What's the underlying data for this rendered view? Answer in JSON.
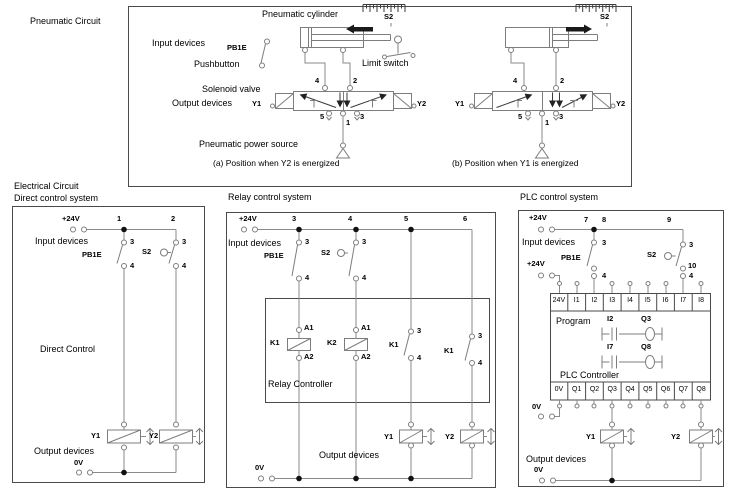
{
  "colors": {
    "wire": "#8a8a8a",
    "outline": "#4a4a4a",
    "text": "#000000",
    "junction": "#111111",
    "arrow_fill": "#1a1a1a"
  },
  "pneumatic": {
    "section_label": "Pneumatic Circuit",
    "box": {
      "cylinder_label": "Pneumatic cylinder",
      "input_devices_label": "Input devices",
      "pb1_label": "PB1E",
      "pushbutton_label": "Pushbutton",
      "limit_switch_label": "Limit switch",
      "solenoid_valve_label": "Solenoid valve",
      "output_devices_label": "Output devices",
      "power_source_label": "Pneumatic power source",
      "caption_a": "(a) Position when Y2 is energized",
      "caption_b": "(b) Position when Y1 is energized",
      "s2_a": "S2",
      "s2_b": "S2",
      "valve_a": {
        "y1": "Y1",
        "y2": "Y2",
        "p4": "4",
        "p2": "2",
        "p5": "5",
        "p1": "1",
        "p3": "3"
      },
      "valve_b": {
        "y1": "Y1",
        "y2": "Y2",
        "p4": "4",
        "p2": "2",
        "p5": "5",
        "p1": "1",
        "p3": "3"
      }
    }
  },
  "electrical": {
    "section_label": "Electrical Circuit",
    "direct": {
      "title": "Direct control system",
      "v24": "+24V",
      "v0": "0V",
      "input_devices_label": "Input devices",
      "output_devices_label": "Output devices",
      "node1": "1",
      "node2": "2",
      "pb1_label": "PB1E",
      "s2_label": "S2",
      "pb1_top": "3",
      "pb1_bottom": "4",
      "s2_top": "3",
      "s2_bottom": "4",
      "body_label": "Direct Control",
      "y1": "Y1",
      "y2": "Y2"
    },
    "relay": {
      "title": "Relay control system",
      "v24": "+24V",
      "v0": "0V",
      "input_devices_label": "Input devices",
      "output_devices_label": "Output devices",
      "node3": "3",
      "node4": "4",
      "node5": "5",
      "node6": "6",
      "pb1_label": "PB1E",
      "s2_label": "S2",
      "pb1_top": "3",
      "pb1_bottom": "4",
      "s2_top": "3",
      "s2_bottom": "4",
      "k1_coil": "K1",
      "k2_coil": "K2",
      "k1_contact1": "K1",
      "k1_contact2": "K1",
      "k1_a1": "A1",
      "k1_a2": "A2",
      "k2_a1": "A1",
      "k2_a2": "A2",
      "c1_top": "3",
      "c1_bottom": "4",
      "c2_top": "3",
      "c2_bottom": "4",
      "controller_label": "Relay Controller",
      "y1": "Y1",
      "y2": "Y2"
    },
    "plc": {
      "title": "PLC control system",
      "v24_top": "+24V",
      "v24_left": "+24V",
      "v0_left": "0V",
      "v0_bottom": "0V",
      "input_devices_label": "Input devices",
      "output_devices_label": "Output devices",
      "node7": "7",
      "node8": "8",
      "node9": "9",
      "node10": "10",
      "pb1_label": "PB1E",
      "s2_label": "S2",
      "pb1_top": "3",
      "pb1_bottom": "4",
      "s2_top": "3",
      "s2_bottom": "4",
      "strip_top": [
        "24V",
        "I1",
        "I2",
        "I3",
        "I4",
        "I5",
        "I6",
        "I7",
        "I8"
      ],
      "strip_bottom": [
        "0V",
        "Q1",
        "Q2",
        "Q3",
        "Q4",
        "Q5",
        "Q6",
        "Q7",
        "Q8"
      ],
      "program_label": "Program",
      "rung1_contact": "I2",
      "rung1_coil": "Q3",
      "rung2_contact": "I7",
      "rung2_coil": "Q8",
      "controller_label": "PLC Controller",
      "y1": "Y1",
      "y2": "Y2"
    }
  }
}
